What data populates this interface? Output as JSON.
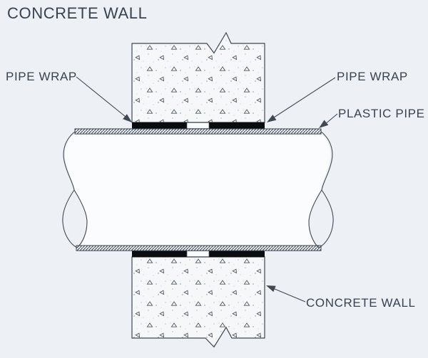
{
  "title": "CONCRETE WALL",
  "labels": {
    "pipe_wrap_left": "PIPE WRAP",
    "pipe_wrap_right": "PIPE WRAP",
    "plastic_pipe": "PLASTIC PIPE",
    "concrete_wall_bottom": "CONCRETE WALL"
  },
  "diagram": {
    "description": "Section detail of a plastic pipe passing through a concrete wall, wrapped with pipe wrap on both sides of the wall penetration",
    "elements": [
      "concrete wall (upper)",
      "concrete wall (lower)",
      "pipe wrap bands",
      "plastic pipe with hatched walls",
      "pipe break symbols left and right",
      "break lines on wall edges"
    ]
  },
  "colors": {
    "background": "#edf1f5",
    "line": "#3f4854",
    "text": "#39424f",
    "pipe_wrap_band": "#0a0c0f",
    "concrete_fill": "#f5f7f9",
    "pipe_interior": "#fbfcfd"
  }
}
